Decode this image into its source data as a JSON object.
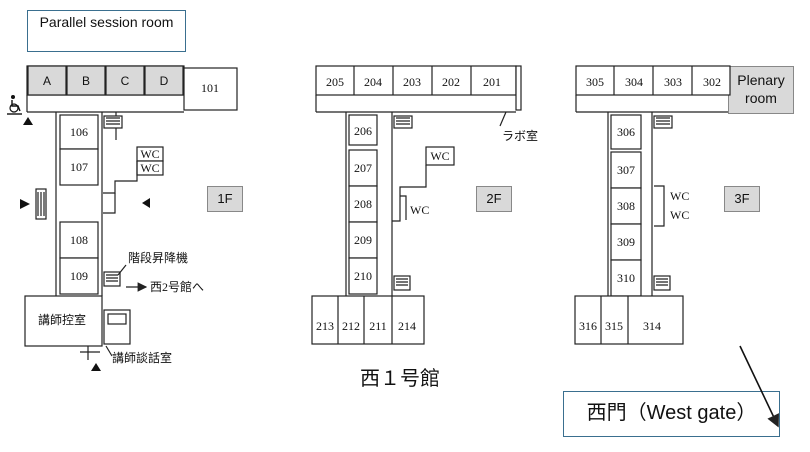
{
  "legend_box": "Parallel session room",
  "parallel_rooms": [
    "A",
    "B",
    "C",
    "D"
  ],
  "floor_labels": [
    "1F",
    "2F",
    "3F"
  ],
  "plenary_label": "Plenary room",
  "building_name": "西１号館",
  "gate_label": "西門（West gate）",
  "floor1": {
    "rooms": [
      "101",
      "106",
      "107",
      "108",
      "109"
    ],
    "wc": [
      "WC",
      "WC"
    ],
    "lecturer_waiting_room": "講師控室",
    "lecturer_meeting_room": "講師談話室",
    "stair_lift": "階段昇降機",
    "to_building2": "西2号館へ"
  },
  "floor2": {
    "rooms_top": [
      "205",
      "204",
      "203",
      "202",
      "201"
    ],
    "rooms_side": [
      "206",
      "207",
      "208",
      "209",
      "210"
    ],
    "rooms_bottom": [
      "213",
      "212",
      "211",
      "214"
    ],
    "wc": [
      "WC",
      "WC"
    ],
    "lab": "ラボ室"
  },
  "floor3": {
    "rooms_top": [
      "305",
      "304",
      "303",
      "302"
    ],
    "rooms_side": [
      "306",
      "307",
      "308",
      "309",
      "310"
    ],
    "rooms_bottom": [
      "316",
      "315",
      "314"
    ],
    "wc": [
      "WC",
      "WC"
    ]
  },
  "colors": {
    "legend_border": "#3a6f8f",
    "highlight": "#d9d9d9"
  },
  "icons": [
    "wheelchair-icon",
    "entrance-arrow-icon",
    "stair-icon"
  ]
}
